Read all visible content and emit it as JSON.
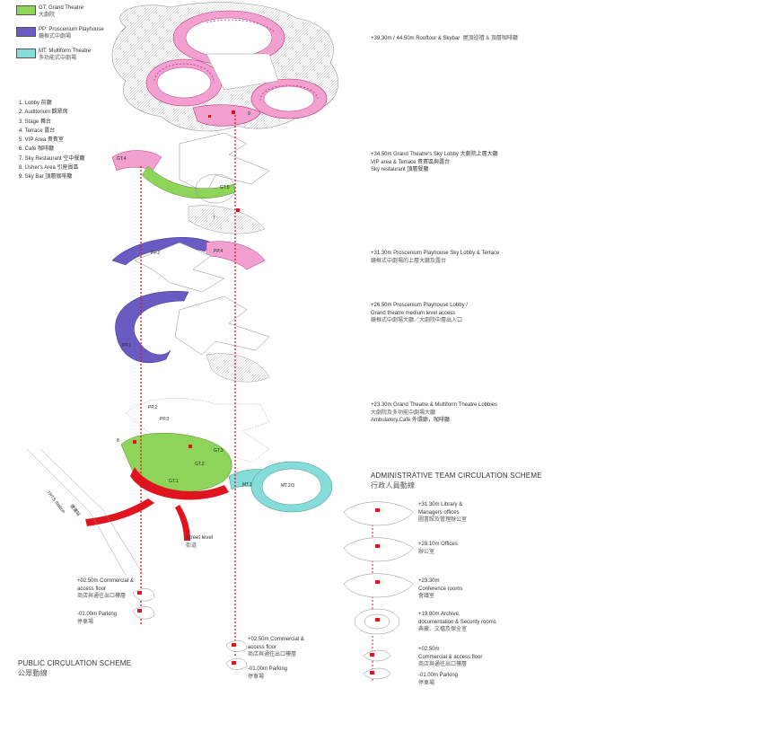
{
  "legend": [
    {
      "code": "GT: Grand Theatre",
      "zh": "大劇院",
      "color": "#8fd45a"
    },
    {
      "code": "PP: Proscenium Playhouse",
      "zh": "鏡框式中劇場",
      "color": "#6a5bc2"
    },
    {
      "code": "MT: Multiform Theatre",
      "zh": "多功能式中劇場",
      "color": "#86dcd8"
    }
  ],
  "key": [
    "1. Lobby  前廳",
    "2. Auditorium  觀眾席",
    "3. Stage  舞台",
    "4. Terrace  露台",
    "5. VIP Area  貴賓室",
    "6. Café  咖啡廳",
    "7. Sky Restaurant  空中餐廳",
    "8. Usher's Area  引座員區",
    "9. Sky Bar  頂層咖啡廳"
  ],
  "levels": {
    "l1": {
      "en": "+39.30m / 44.50m Rooftour & Skybar",
      "zh": "屋頂巡禮 & 頂層咖啡廳"
    },
    "l2": {
      "en": "+34.50m Grand Theatre's Sky Lobby  大劇院上層大廳",
      "l2b": "VIP area & Terrace  貴賓區與露台",
      "l2c": "Sky restaurant  頂層餐廳"
    },
    "l3": {
      "en": "+31.30m Proscenium Playhouse Sky Lobby & Terrace",
      "zh": "鏡框式中劇場的上層大廳及露台"
    },
    "l4": {
      "en": "+26.50m  Proscenium Playhouse Lobby /",
      "en2": "Grand theatre medium level access",
      "zh": "鏡框式中劇場大廳／大劇院中層出入口"
    },
    "l5": {
      "en": "+23.30m Grand Theatre & Multiform Theatre Lobbies",
      "zh": "大劇院及多功能中劇場大廳",
      "zh2": "Ambulatory,Café  外環廊，咖啡廳"
    }
  },
  "admin": {
    "title": "ADMINISTRATIVE TEAM CIRCULATION SCHEME",
    "zh": "行政人員動線",
    "a1": {
      "en": "+31.30m Library &",
      "en2": "Managers offices",
      "zh": "圖書館及管理辦公室"
    },
    "a2": {
      "en": "+28.10m Offices",
      "zh": "辦公室"
    },
    "a3": {
      "en": "+23.30m",
      "en2": "Conference rooms",
      "zh": "會議室"
    },
    "a4": {
      "en": "+19.80m Archive,",
      "en2": "documentation & Security rooms",
      "zh": "典藏、文檔及保全室"
    },
    "a5": {
      "en": "+02.50m",
      "en2": "Commercial & access floor",
      "zh": "商店與通往出口樓層"
    },
    "a6": {
      "en": "-01.00m Parking",
      "zh": "停車場"
    }
  },
  "public": {
    "title": "PUBLIC CIRCULATION SCHEME",
    "zh": "公眾動線",
    "p1": {
      "en": "+02.50m Commercial &",
      "en2": "access floor",
      "zh": "商店與通往出口樓層"
    },
    "p2": {
      "en": "-01.00m Parking",
      "zh": "停車場"
    },
    "p3": {
      "en": "+02.50m Commercial &",
      "en2": "access floor",
      "zh": "商店與通往出口樓層"
    },
    "p4": {
      "en": "-01.00m Parking",
      "zh": "停車場"
    }
  },
  "street": {
    "en": "Street level",
    "zh": "街道"
  },
  "station": {
    "en": "TRTS Station",
    "zh": "捷運站"
  },
  "tags": {
    "gt4": "GT.4",
    "gt5": "GT.5",
    "n7": "7",
    "pp2": "PP.2",
    "pp4": "PP.4",
    "pp1": "PP.1",
    "pp2b": "PP.2",
    "pp3": "PP.3",
    "n8": "8",
    "gt3": "GT.3",
    "gt2": "GT.2",
    "gt1": "GT.1",
    "mt1": "MT.1",
    "mt23": "MT.2/3",
    "n9": "9"
  },
  "colors": {
    "pink": "#f2a0cf",
    "pinkDark": "#c0307f",
    "green": "#8fd45a",
    "purple": "#6a5bc2",
    "teal": "#86dcd8",
    "red": "#e0141e"
  }
}
